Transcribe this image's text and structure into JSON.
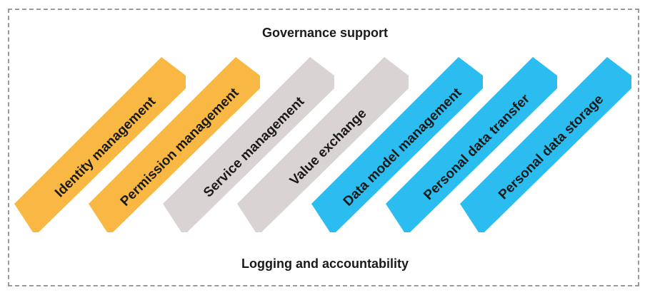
{
  "diagram": {
    "top_label": "Governance support",
    "bottom_label": "Logging and accountability",
    "pillars": [
      {
        "label": "Identity management",
        "color": "#F9B843"
      },
      {
        "label": "Permission management",
        "color": "#F9B843"
      },
      {
        "label": "Service management",
        "color": "#D9D4D3"
      },
      {
        "label": "Value exchange",
        "color": "#D9D4D3"
      },
      {
        "label": "Data model management",
        "color": "#2BBDEF"
      },
      {
        "label": "Personal data transfer",
        "color": "#2BBDEF"
      },
      {
        "label": "Personal data storage",
        "color": "#2BBDEF"
      }
    ]
  }
}
